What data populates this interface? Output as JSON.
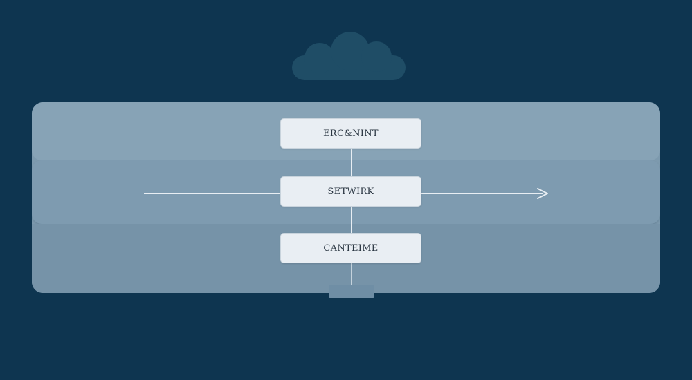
{
  "diagram": {
    "nodes": [
      {
        "label": "ERC&NINT"
      },
      {
        "label": "SETWIRK"
      },
      {
        "label": "CANTEIME"
      }
    ],
    "colors": {
      "background": "#0e3550",
      "panel": "#7d9aae",
      "node_fill": "#e9eef3",
      "connector": "#e8eef3",
      "cloud": "#1f4d66"
    },
    "icons": {
      "cloud": "cloud-icon",
      "arrow": "arrow-right-icon"
    }
  }
}
